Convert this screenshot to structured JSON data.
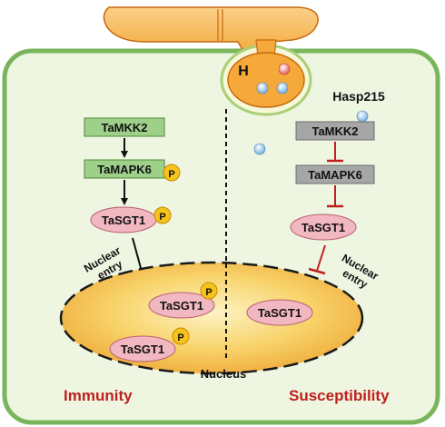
{
  "haustorium_label": "H",
  "effector_label": "Hasp215",
  "left": {
    "mkk": "TaMKK2",
    "mapk": "TaMAPK6",
    "sgt": "TaSGT1",
    "phospho": "P",
    "nuclear_entry": [
      "Nuclear",
      "entry"
    ],
    "nucleus_sgt_upper": "TaSGT1",
    "nucleus_sgt_lower": "TaSGT1",
    "outcome": "Immunity"
  },
  "right": {
    "mkk": "TaMKK2",
    "mapk": "TaMAPK6",
    "sgt": "TaSGT1",
    "nuclear_entry": [
      "Nuclear",
      "entry"
    ],
    "nucleus_sgt": "TaSGT1",
    "outcome": "Susceptibility"
  },
  "nucleus_label": "Nucleus",
  "colors": {
    "cell_fill": "#eef5e1",
    "cell_border": "#7ab55c",
    "hypha_fill": "#f4a93a",
    "hypha_border": "#c76a10",
    "active_box": "#9fd08a",
    "inactive_box": "#a6a6a6",
    "sgt_fill": "#f2b8c2",
    "phospho_fill": "#f5c31c",
    "nucleus_fill": "#f7d060",
    "outcome_text": "#c0201c",
    "effector": "#9cc6ea"
  }
}
